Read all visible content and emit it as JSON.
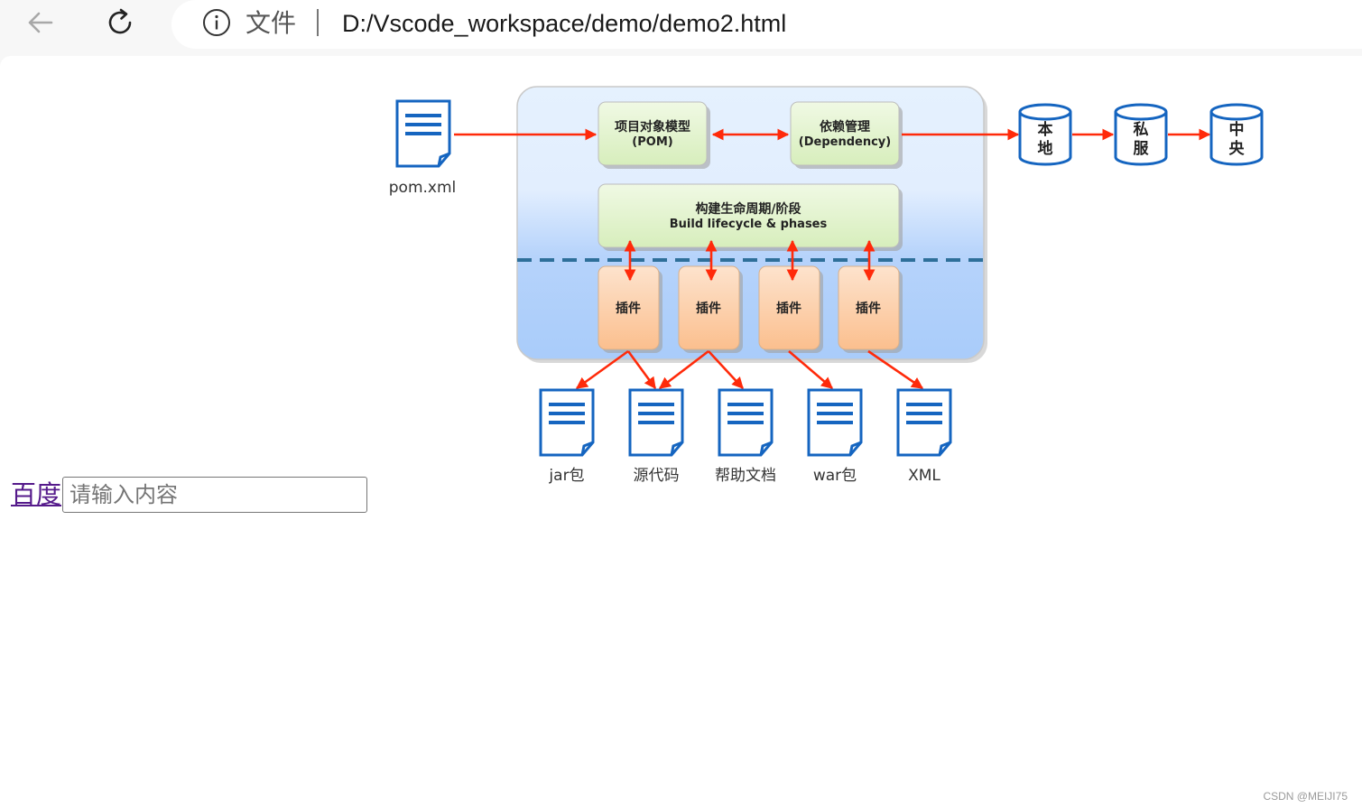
{
  "toolbar": {
    "back_icon": "arrow-left-icon",
    "reload_icon": "reload-icon",
    "info_icon": "info-icon",
    "scheme_label": "文件",
    "url": "D:/Vscode_workspace/demo/demo2.html"
  },
  "diagram": {
    "pom_file": "pom.xml",
    "pom_box": {
      "line1": "项目对象模型",
      "line2": "(POM)"
    },
    "dependency_box": {
      "line1": "依赖管理",
      "line2": "(Dependency)"
    },
    "lifecycle_box": {
      "line1": "构建生命周期/阶段",
      "line2": "Build lifecycle & phases"
    },
    "plugins": [
      "插件",
      "插件",
      "插件",
      "插件"
    ],
    "repositories": [
      {
        "c1": "本",
        "c2": "地"
      },
      {
        "c1": "私",
        "c2": "服"
      },
      {
        "c1": "中",
        "c2": "央"
      }
    ],
    "outputs": [
      "jar包",
      "源代码",
      "帮助文档",
      "war包",
      "XML"
    ],
    "colors": {
      "arrow": "#ff2a0a",
      "doc_blue": "#1565c0",
      "green_box": "#e6f5d2",
      "orange_box": "#fdc9a0"
    }
  },
  "page": {
    "link_text": "百度",
    "search_placeholder": "请输入内容",
    "watermark": "CSDN @MEIJI75"
  }
}
